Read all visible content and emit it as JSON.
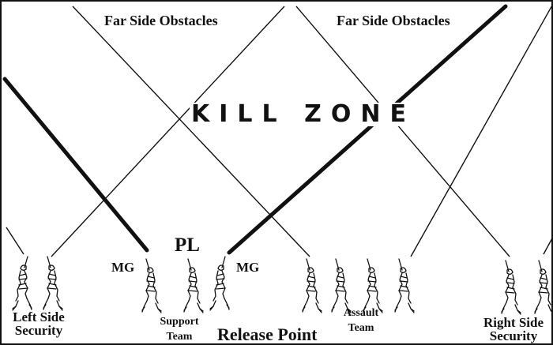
{
  "labels": {
    "far_side_left": "Far Side Obstacles",
    "far_side_right": "Far Side Obstacles",
    "kill_zone": "KILL ZONE",
    "pl": "PL",
    "mg_left": "MG",
    "mg_right": "MG",
    "left_security": [
      "Left Side",
      "Security"
    ],
    "support_team": [
      "Support",
      "Team"
    ],
    "release_point": "Release Point",
    "assault_team": [
      "Assault",
      "Team"
    ],
    "right_security": [
      "Right Side",
      "Security"
    ]
  },
  "figure_groups": {
    "left_security": 2,
    "support_team": 3,
    "assault_team": 4,
    "right_security": 2
  },
  "colors": {
    "ink": "#111111",
    "background": "#ffffff"
  }
}
